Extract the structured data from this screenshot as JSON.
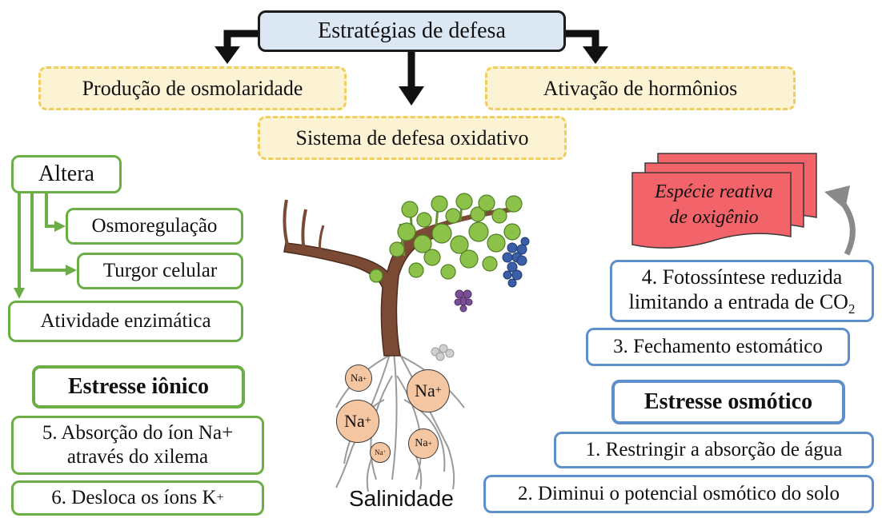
{
  "title": "Estratégias de defesa",
  "strategies": {
    "left": "Produção de osmolaridade",
    "right": "Ativação de hormônios",
    "center": "Sistema de defesa oxidativo"
  },
  "altera": {
    "label": "Altera",
    "items": [
      "Osmoregulação",
      "Turgor celular",
      "Atividade enzimática"
    ]
  },
  "ionic_stress": {
    "title": "Estresse iônico",
    "step5_line1": "5. Absorção do íon Na+",
    "step5_line2": "através do xilema",
    "step6_text": "6. Desloca os íons K",
    "step6_sup": "+"
  },
  "plant": {
    "caption": "Salinidade",
    "ion_symbol": "Na",
    "ion_charge": "+"
  },
  "ros": {
    "line1": "Espécie reativa",
    "line2": "de oxigênio"
  },
  "osmotic_stress": {
    "title": "Estresse osmótico",
    "step4_line1": "4. Fotossíntese reduzida",
    "step4_line2": "limitando a entrada de CO",
    "step4_sub": "2",
    "step3": "3. Fechamento estomático",
    "step1": "1. Restringir a absorção de água",
    "step2": "2. Diminui o potencial osmótico do solo"
  },
  "colors": {
    "title_fill": "#dbe8f4",
    "strategy_fill": "#fcf3d4",
    "strategy_border": "#f0cd5c",
    "green": "#6cae46",
    "blue": "#5c8fcb",
    "ros_fill": "#f2636a",
    "ion_fill": "#f4c6a2",
    "trunk": "#7a4a35",
    "leaf": "#8dc24a",
    "grape": "#7b4f96"
  }
}
